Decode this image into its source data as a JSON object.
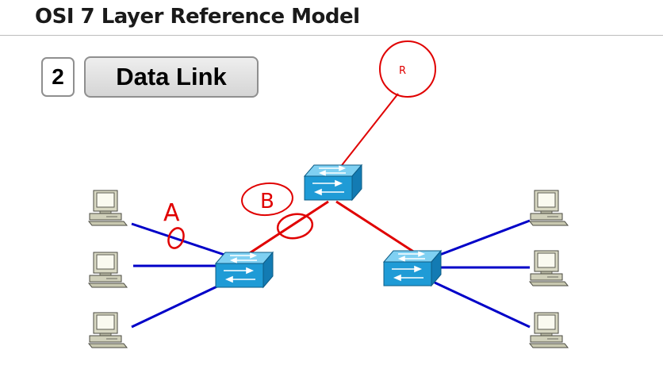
{
  "header": {
    "title": "OSI 7 Layer Reference Model"
  },
  "layer": {
    "number": "2",
    "name": "Data Link"
  },
  "annotations": {
    "router_label": "R",
    "label_a": "A",
    "label_b": "B"
  },
  "colors": {
    "uplink": "#e00000",
    "access_link": "#0000c8",
    "annotation": "#e00000",
    "switch": "#1f9bd6"
  },
  "icons": {
    "switch": "switch-icon",
    "computer": "computer-icon",
    "router": "router-circle"
  }
}
